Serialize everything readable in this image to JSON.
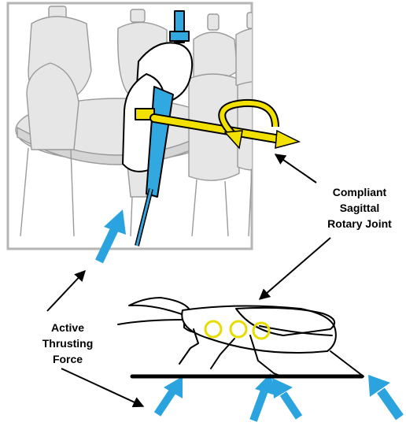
{
  "labels": {
    "joint": [
      "Compliant",
      "Sagittal",
      "Rotary Joint"
    ],
    "force": [
      "Active",
      "Thrusting",
      "Force"
    ]
  },
  "colors": {
    "thrust_arrow": "#2aa3df",
    "rotation_arrow": "#f2e000",
    "joint_circle": "#e6dc00",
    "leg_fill": "#e6e6e6",
    "leg_stroke": "#9a9a9a",
    "photo_border": "#b5b5b5",
    "mechanism_blue": "#32a8e0",
    "ground": "#000000"
  }
}
